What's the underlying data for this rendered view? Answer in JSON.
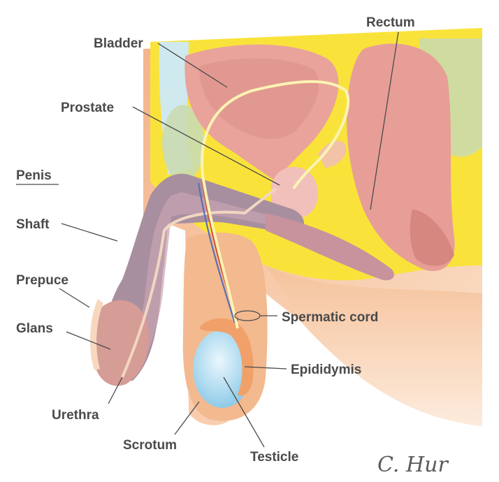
{
  "labels": {
    "bladder": "Bladder",
    "rectum": "Rectum",
    "prostate": "Prostate",
    "penis": "Penis",
    "shaft": "Shaft",
    "prepuce": "Prepuce",
    "glans": "Glans",
    "urethra": "Urethra",
    "spermatic_cord": "Spermatic cord",
    "epididymis": "Epididymis",
    "scrotum": "Scrotum",
    "testicle": "Testicle"
  },
  "signature": "C. Hur",
  "colors": {
    "skin": "#f6c9a1",
    "skin_dark": "#eaa77e",
    "fat": "#f9e33a",
    "bladder": "#e9a39b",
    "rectum": "#e79e97",
    "prostate": "#f1c0bb",
    "shaft_purple": "#a88f9f",
    "vas_deferens": "#fbf3b4",
    "testicle": "#bfe3f4",
    "bone_green": "#c9dbb1"
  }
}
